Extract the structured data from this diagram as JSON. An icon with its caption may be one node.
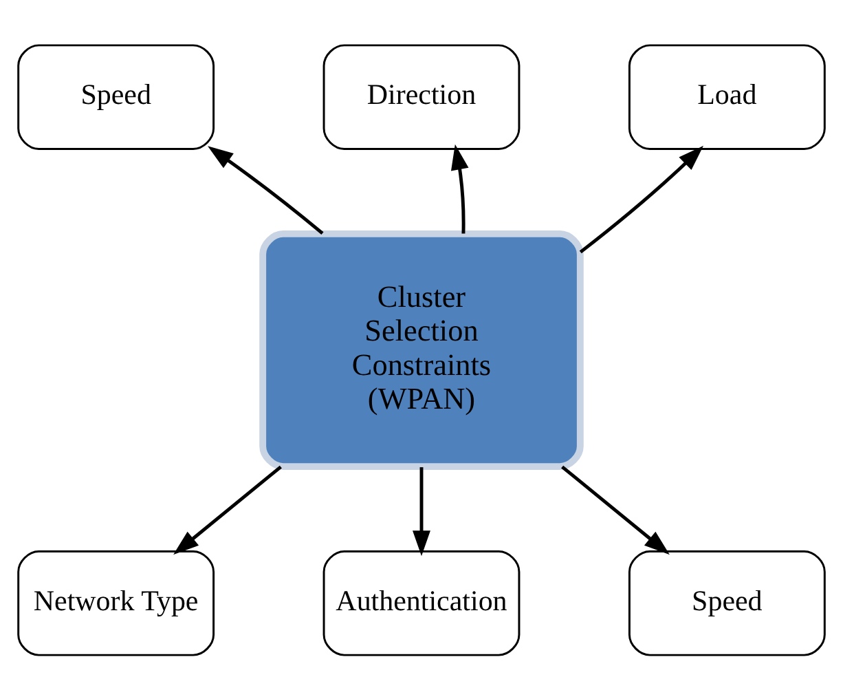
{
  "diagram": {
    "nodes": [
      {
        "text": [
          "Cluster Selection Constraints (WPAN)"
        ]
      },
      {
        "text": [
          "Speed"
        ]
      },
      {
        "text": [
          "Direction"
        ]
      },
      {
        "text": [
          "Load"
        ]
      },
      {
        "text": [
          "Network Type"
        ]
      },
      {
        "text": [
          "Authentication"
        ]
      },
      {
        "text": [
          "Speed"
        ]
      }
    ],
    "edges": [
      {
        "from": 0,
        "to": 1,
        "arrow": "to"
      },
      {
        "from": 0,
        "to": 2,
        "arrow": "to"
      },
      {
        "from": 0,
        "to": 3,
        "arrow": "to"
      },
      {
        "from": 0,
        "to": 4,
        "arrow": "to"
      },
      {
        "from": 0,
        "to": 5,
        "arrow": "to"
      },
      {
        "from": 0,
        "to": 6,
        "arrow": "to"
      }
    ]
  }
}
